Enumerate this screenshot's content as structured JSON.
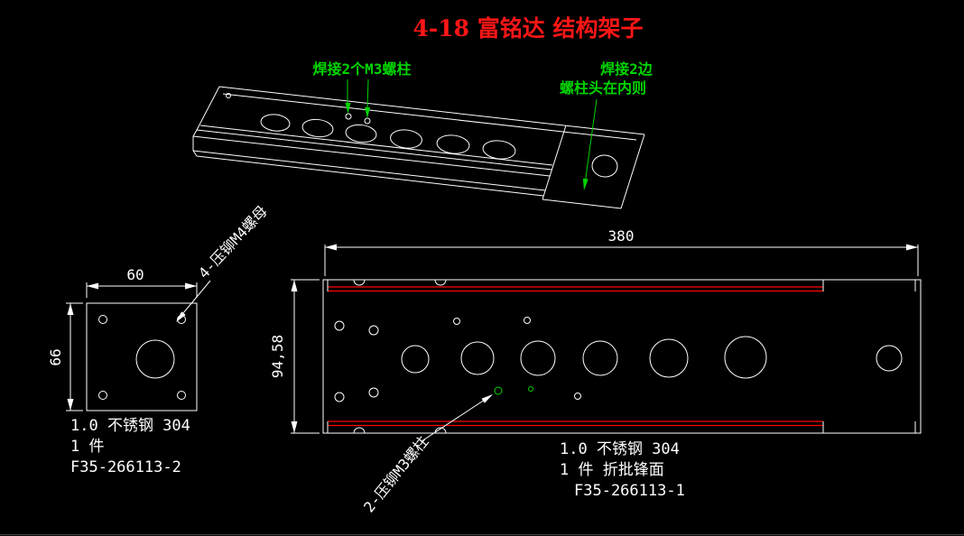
{
  "title": "4-18 富铭达 结构架子",
  "colors": {
    "background": "#000000",
    "line": "#ffffff",
    "title": "#ff1616",
    "bend_line": "#ff0000",
    "annotation": "#00d400"
  },
  "iso_view": {
    "label_weld_studs": "焊接2个M3螺柱",
    "label_weld_sides_1": "焊接2边",
    "label_weld_sides_2": "螺柱头在内则"
  },
  "flange_view": {
    "dim_width": "60",
    "dim_height": "66",
    "leader": "4-压铆M4螺母",
    "material": "1.0 不锈钢 304",
    "quantity": "1 件",
    "part_no": "F35-266113-2"
  },
  "plate_view": {
    "dim_length": "380",
    "dim_width": "94,58",
    "leader": "2-压铆M3螺柱",
    "material": "1.0 不锈钢 304",
    "quantity": "1 件 折批锋面",
    "part_no": "F35-266113-1"
  }
}
